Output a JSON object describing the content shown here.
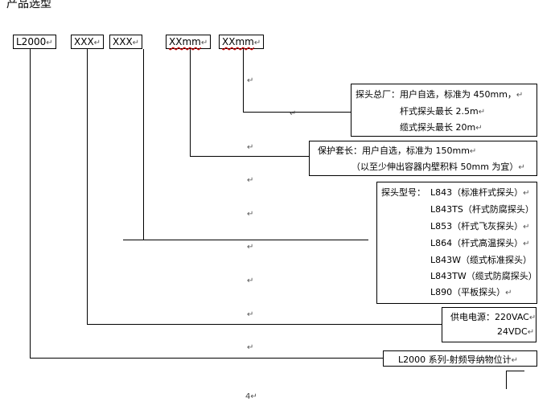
{
  "heading": "产品选型",
  "codes": {
    "model": "L2000",
    "seg1": "XXX",
    "seg2": "XXX",
    "seg3": "XXmm",
    "seg4": "XXmm"
  },
  "return_mark": "↵",
  "probe_length_box": {
    "line1": "探头总厂：用户自选，标准为 450mm，",
    "line2": "杆式探头最长 2.5m",
    "line3": "缆式探头最长 20m"
  },
  "sleeve_box": {
    "line1": "保护套长：用户自选，标准为 150mm",
    "line2": "（以至少伸出容器内壁积料 50mm 为宜）"
  },
  "probe_type_box": {
    "label": "探头型号：",
    "items": [
      "L843（标准杆式探头）",
      "L843TS（杆式防腐探头）",
      "L853（杆式飞灰探头）",
      "L864（杆式高温探头）",
      "L843W（缆式标准探头）",
      "L843TW（缆式防腐探头）",
      "L890（平板探头）"
    ]
  },
  "power_box": {
    "label": "供电电源：",
    "value1": "220VAC",
    "value2": "24VDC"
  },
  "series_box": {
    "text": "L2000 系列-射频导纳物位计"
  },
  "page_number": "4"
}
